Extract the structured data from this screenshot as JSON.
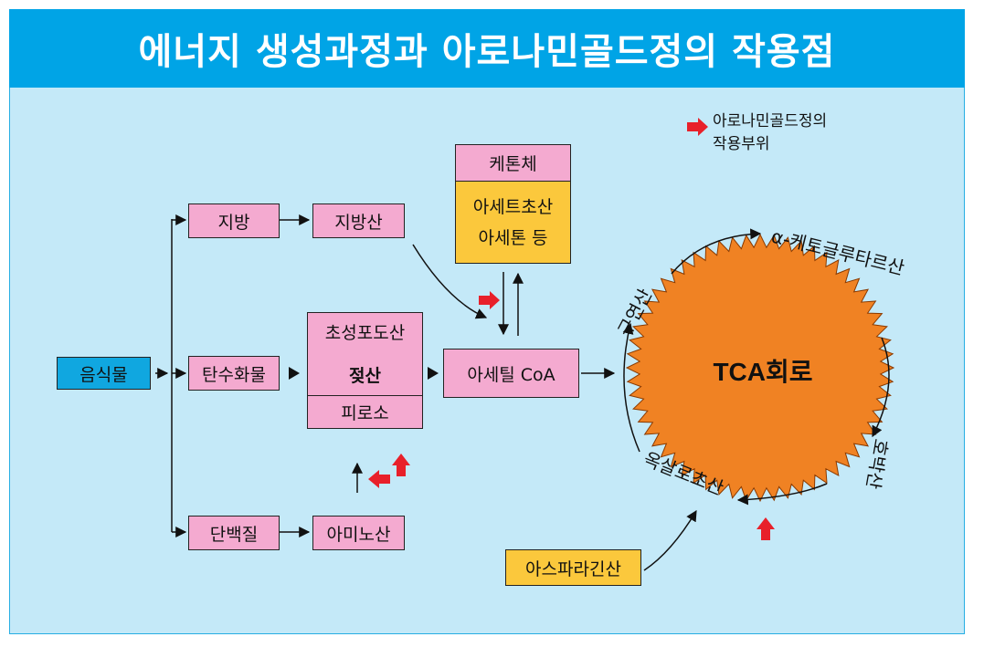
{
  "title": "에너지 생성과정과 아로나민골드정의 작용점",
  "legend": {
    "line1": "아로나민골드정의",
    "line2": "작용부위",
    "arrow_color": "#e8202a"
  },
  "nodes": {
    "food": "음식물",
    "fat": "지방",
    "fatty_acid": "지방산",
    "carbohydrate": "탄수화물",
    "protein": "단백질",
    "amino_acid": "아미노산",
    "ketone_body": "케톤체",
    "acetoacetic_acid": "아세트초산",
    "acetone": "아세톤 등",
    "glucose_lactate_top": "초성포도산",
    "glucose_lactate_bottom": "젖산",
    "pyro": "피로소",
    "acetyl_coa": "아세틸 CoA",
    "asparagine": "아스파라긴산",
    "tca_cycle": "TCA회로"
  },
  "cycle_labels": {
    "citric_acid": "구연산",
    "alpha_ketoglutarate": "α-케토글루타르산",
    "succinic_acid": "호박산",
    "oxaloacetic_acid": "옥살로초산"
  },
  "colors": {
    "pink": "#f4aad0",
    "yellow": "#fbc83c",
    "cyan": "#10a7e0",
    "orange": "#f08223",
    "background": "#c4e9f8",
    "title_bar": "#00a4e6"
  }
}
